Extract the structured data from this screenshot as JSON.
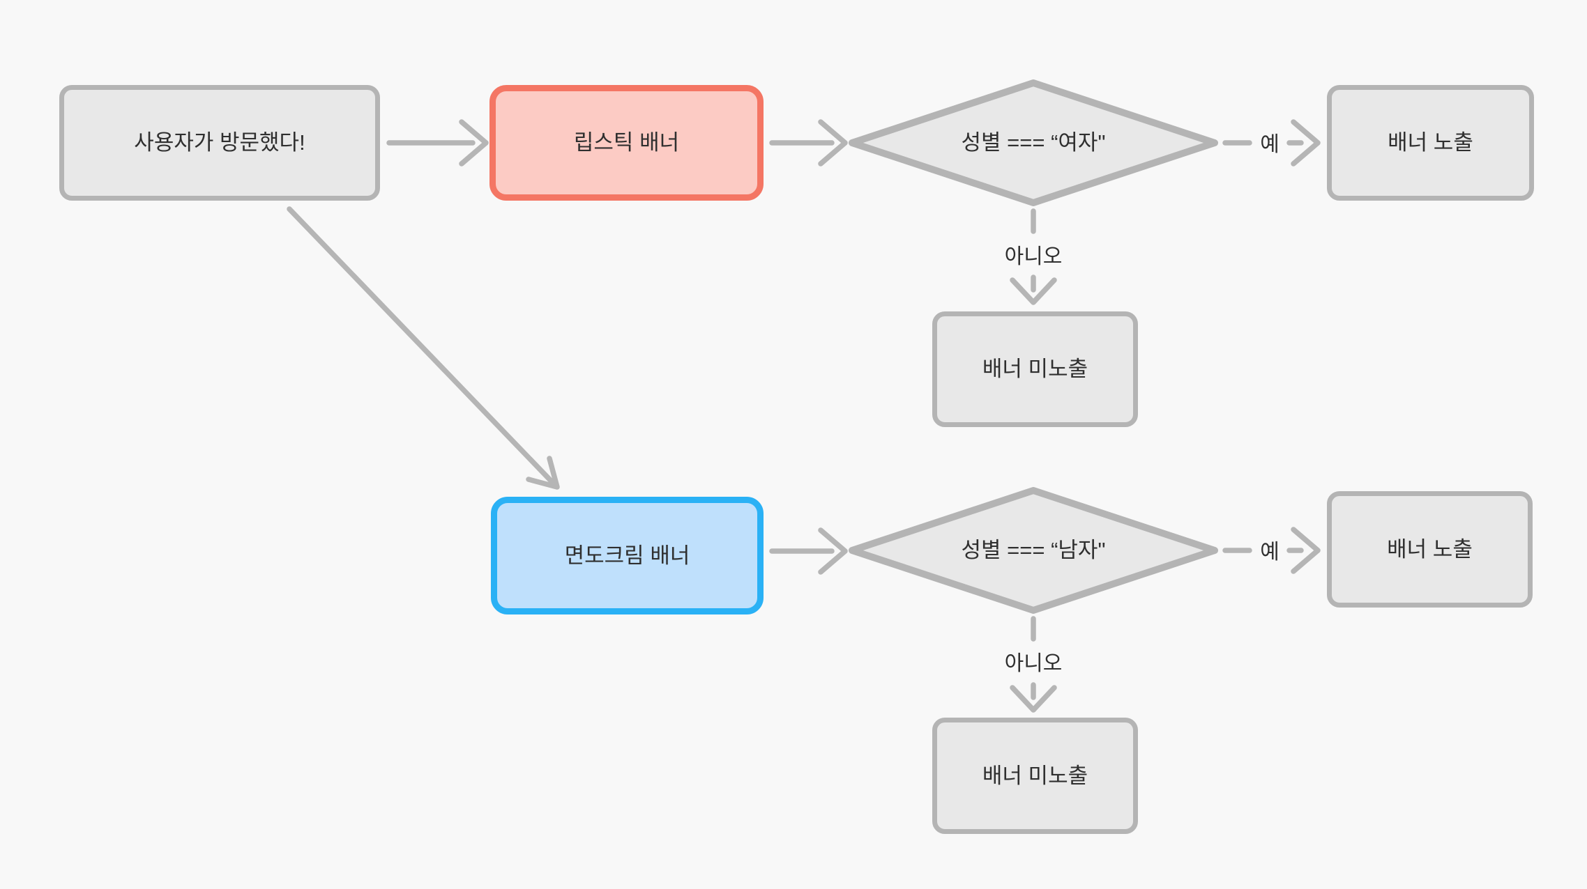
{
  "palette": {
    "bg": "#f8f8f8",
    "node_fill": "#e8e8e8",
    "node_border": "#b4b4b4",
    "connector": "#b5b5b5",
    "text": "#2f2f2f",
    "red_border": "#f47664",
    "red_fill": "#fccbc4",
    "blue_border": "#2ab1f5",
    "blue_fill": "#bfe0fc"
  },
  "nodes": {
    "start": {
      "label": "사용자가 방문했다!"
    },
    "lipstick_banner": {
      "label": "립스틱 배너"
    },
    "cond_female": {
      "label": "성별 === “여자\""
    },
    "show_banner_1": {
      "label": "배너 노출"
    },
    "hide_banner_1": {
      "label": "배너 미노출"
    },
    "shaving_banner": {
      "label": "면도크림 배너"
    },
    "cond_male": {
      "label": "성별 === “남자\""
    },
    "show_banner_2": {
      "label": "배너 노출"
    },
    "hide_banner_2": {
      "label": "배너 미노출"
    }
  },
  "edge_labels": {
    "yes_1": "예",
    "no_1": "아니오",
    "yes_2": "예",
    "no_2": "아니오"
  }
}
